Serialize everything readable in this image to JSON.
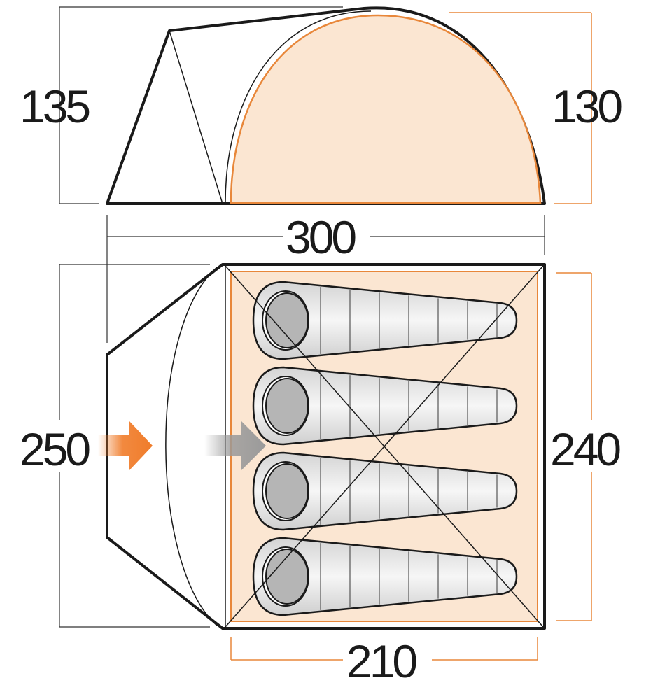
{
  "dimensions": {
    "side_total_height": "135",
    "side_inner_height": "130",
    "total_length": "300",
    "total_width": "250",
    "inner_width": "240",
    "inner_length": "210"
  },
  "sleeping_bags": [
    {
      "id": "bag-1"
    },
    {
      "id": "bag-2"
    },
    {
      "id": "bag-3"
    },
    {
      "id": "bag-4"
    }
  ],
  "colors": {
    "outline": "#1a1a1a",
    "inner_fill": "#fbe6d2",
    "inner_outline": "#e8873a",
    "dim_line_dark": "#333333",
    "dim_line_orange": "#e8873a",
    "arrow_orange": "#f07c2a",
    "arrow_grey": "#9a9a9a",
    "bag_head": "#b5b5b5",
    "bag_body": "#f2f2f2"
  }
}
